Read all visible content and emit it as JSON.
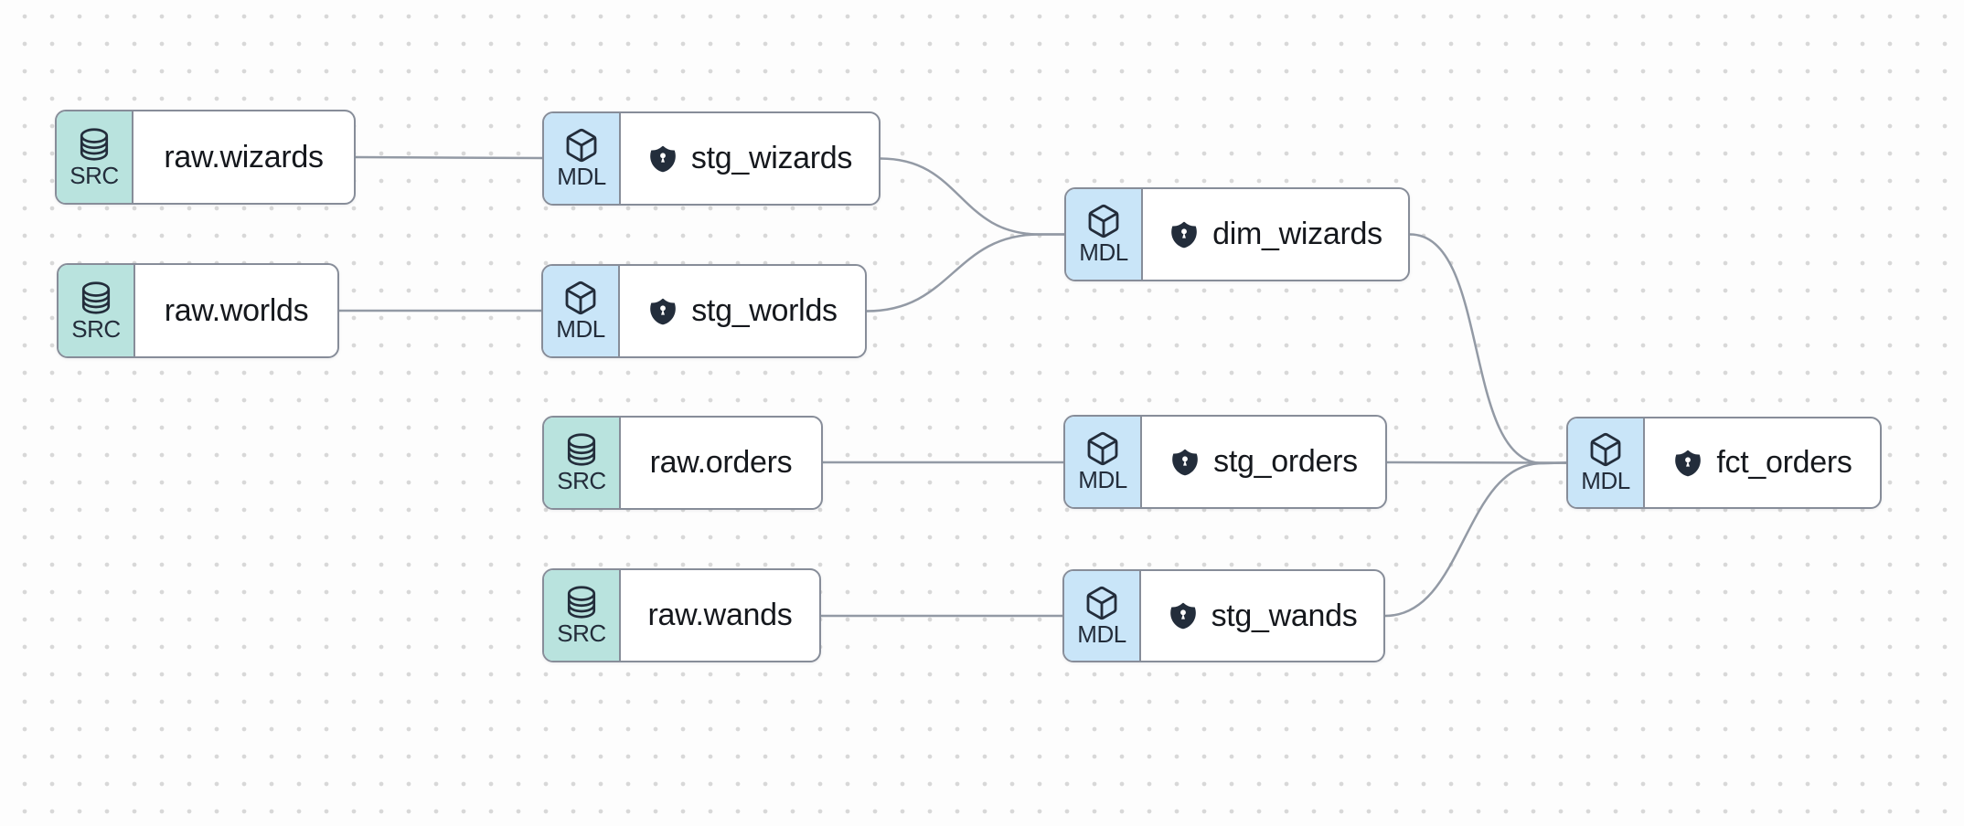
{
  "canvas": {
    "background_color": "#fdfdfd",
    "dot_color": "#d8d8d8"
  },
  "colors": {
    "source_badge_bg": "#b9e3de",
    "model_badge_bg": "#c9e5f8",
    "node_bg": "#ffffff",
    "node_border": "#878d99",
    "icon_color": "#232d3b",
    "label_color": "#15181d",
    "edge_color": "#939aa5"
  },
  "icons": {
    "source_badge_icon": "database-icon",
    "model_badge_icon": "cube-icon",
    "protected_icon": "shield-lock-icon"
  },
  "nodes": [
    {
      "id": "raw.wizards",
      "type": "source",
      "badge": "SRC",
      "label": "raw.wizards",
      "shield": false
    },
    {
      "id": "raw.worlds",
      "type": "source",
      "badge": "SRC",
      "label": "raw.worlds",
      "shield": false
    },
    {
      "id": "raw.orders",
      "type": "source",
      "badge": "SRC",
      "label": "raw.orders",
      "shield": false
    },
    {
      "id": "raw.wands",
      "type": "source",
      "badge": "SRC",
      "label": "raw.wands",
      "shield": false
    },
    {
      "id": "stg_wizards",
      "type": "model",
      "badge": "MDL",
      "label": "stg_wizards",
      "shield": true
    },
    {
      "id": "stg_worlds",
      "type": "model",
      "badge": "MDL",
      "label": "stg_worlds",
      "shield": true
    },
    {
      "id": "stg_orders",
      "type": "model",
      "badge": "MDL",
      "label": "stg_orders",
      "shield": true
    },
    {
      "id": "stg_wands",
      "type": "model",
      "badge": "MDL",
      "label": "stg_wands",
      "shield": true
    },
    {
      "id": "dim_wizards",
      "type": "model",
      "badge": "MDL",
      "label": "dim_wizards",
      "shield": true
    },
    {
      "id": "fct_orders",
      "type": "model",
      "badge": "MDL",
      "label": "fct_orders",
      "shield": true
    }
  ],
  "edges": [
    {
      "from": "raw.wizards",
      "to": "stg_wizards"
    },
    {
      "from": "raw.worlds",
      "to": "stg_worlds"
    },
    {
      "from": "raw.orders",
      "to": "stg_orders"
    },
    {
      "from": "raw.wands",
      "to": "stg_wands"
    },
    {
      "from": "stg_wizards",
      "to": "dim_wizards"
    },
    {
      "from": "stg_worlds",
      "to": "dim_wizards"
    },
    {
      "from": "stg_orders",
      "to": "fct_orders"
    },
    {
      "from": "stg_wands",
      "to": "fct_orders"
    },
    {
      "from": "dim_wizards",
      "to": "fct_orders"
    }
  ]
}
